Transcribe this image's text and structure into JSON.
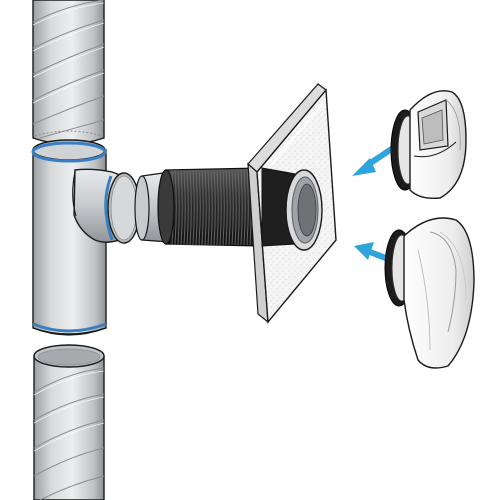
{
  "figure": {
    "colors": {
      "background": "#ffffff",
      "outline": "#1a1a1a",
      "galvanized_light": "#e2e4e6",
      "galvanized_mid": "#c4c7ca",
      "galvanized_dark": "#8f9397",
      "seal_ring": "#3a7fc0",
      "flex_duct": "#2a2a2a",
      "flex_duct_rib": "#4a4a4a",
      "wall_plate": "#f4f4f4",
      "wall_plate_texture": "#c9c9c9",
      "vent_cap": "#f2f2f2",
      "arrow": "#2ea3dc"
    },
    "components": [
      {
        "id": "vertical-spiral-duct",
        "icon": "galvanized-spiral-pipe"
      },
      {
        "id": "tee-fitting",
        "icon": "tee-branch-fitting"
      },
      {
        "id": "lower-spiral-duct",
        "icon": "galvanized-spiral-pipe"
      },
      {
        "id": "flexible-duct",
        "icon": "flexible-aluminium-duct"
      },
      {
        "id": "wall-plate",
        "icon": "wall-mounting-plate"
      },
      {
        "id": "exterior-vent-cap-square",
        "icon": "exterior-vent-cap"
      },
      {
        "id": "exterior-vent-cap-round",
        "icon": "exterior-vent-cap"
      }
    ],
    "arrows": [
      {
        "id": "arrow-upper",
        "direction": "left"
      },
      {
        "id": "arrow-lower",
        "direction": "left"
      }
    ]
  }
}
